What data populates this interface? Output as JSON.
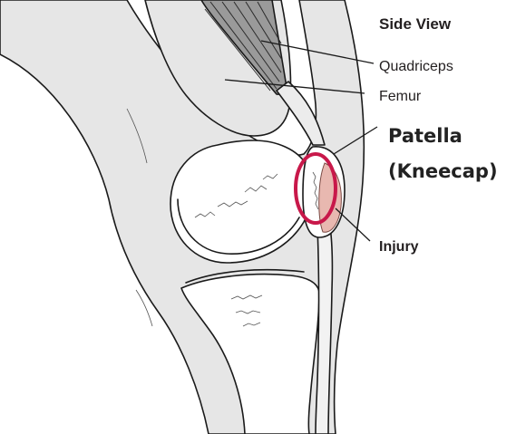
{
  "title": "Side View",
  "labels": {
    "quadriceps": "Quadriceps",
    "femur": "Femur",
    "patella_line1": "Patella",
    "patella_line2": "(Kneecap)",
    "injury": "Injury"
  },
  "colors": {
    "bone_fill": "#e6e6e6",
    "highlight_ring": "#c8184a",
    "injury_fill": "#e8b8b0",
    "outline": "#1a1a1a"
  }
}
